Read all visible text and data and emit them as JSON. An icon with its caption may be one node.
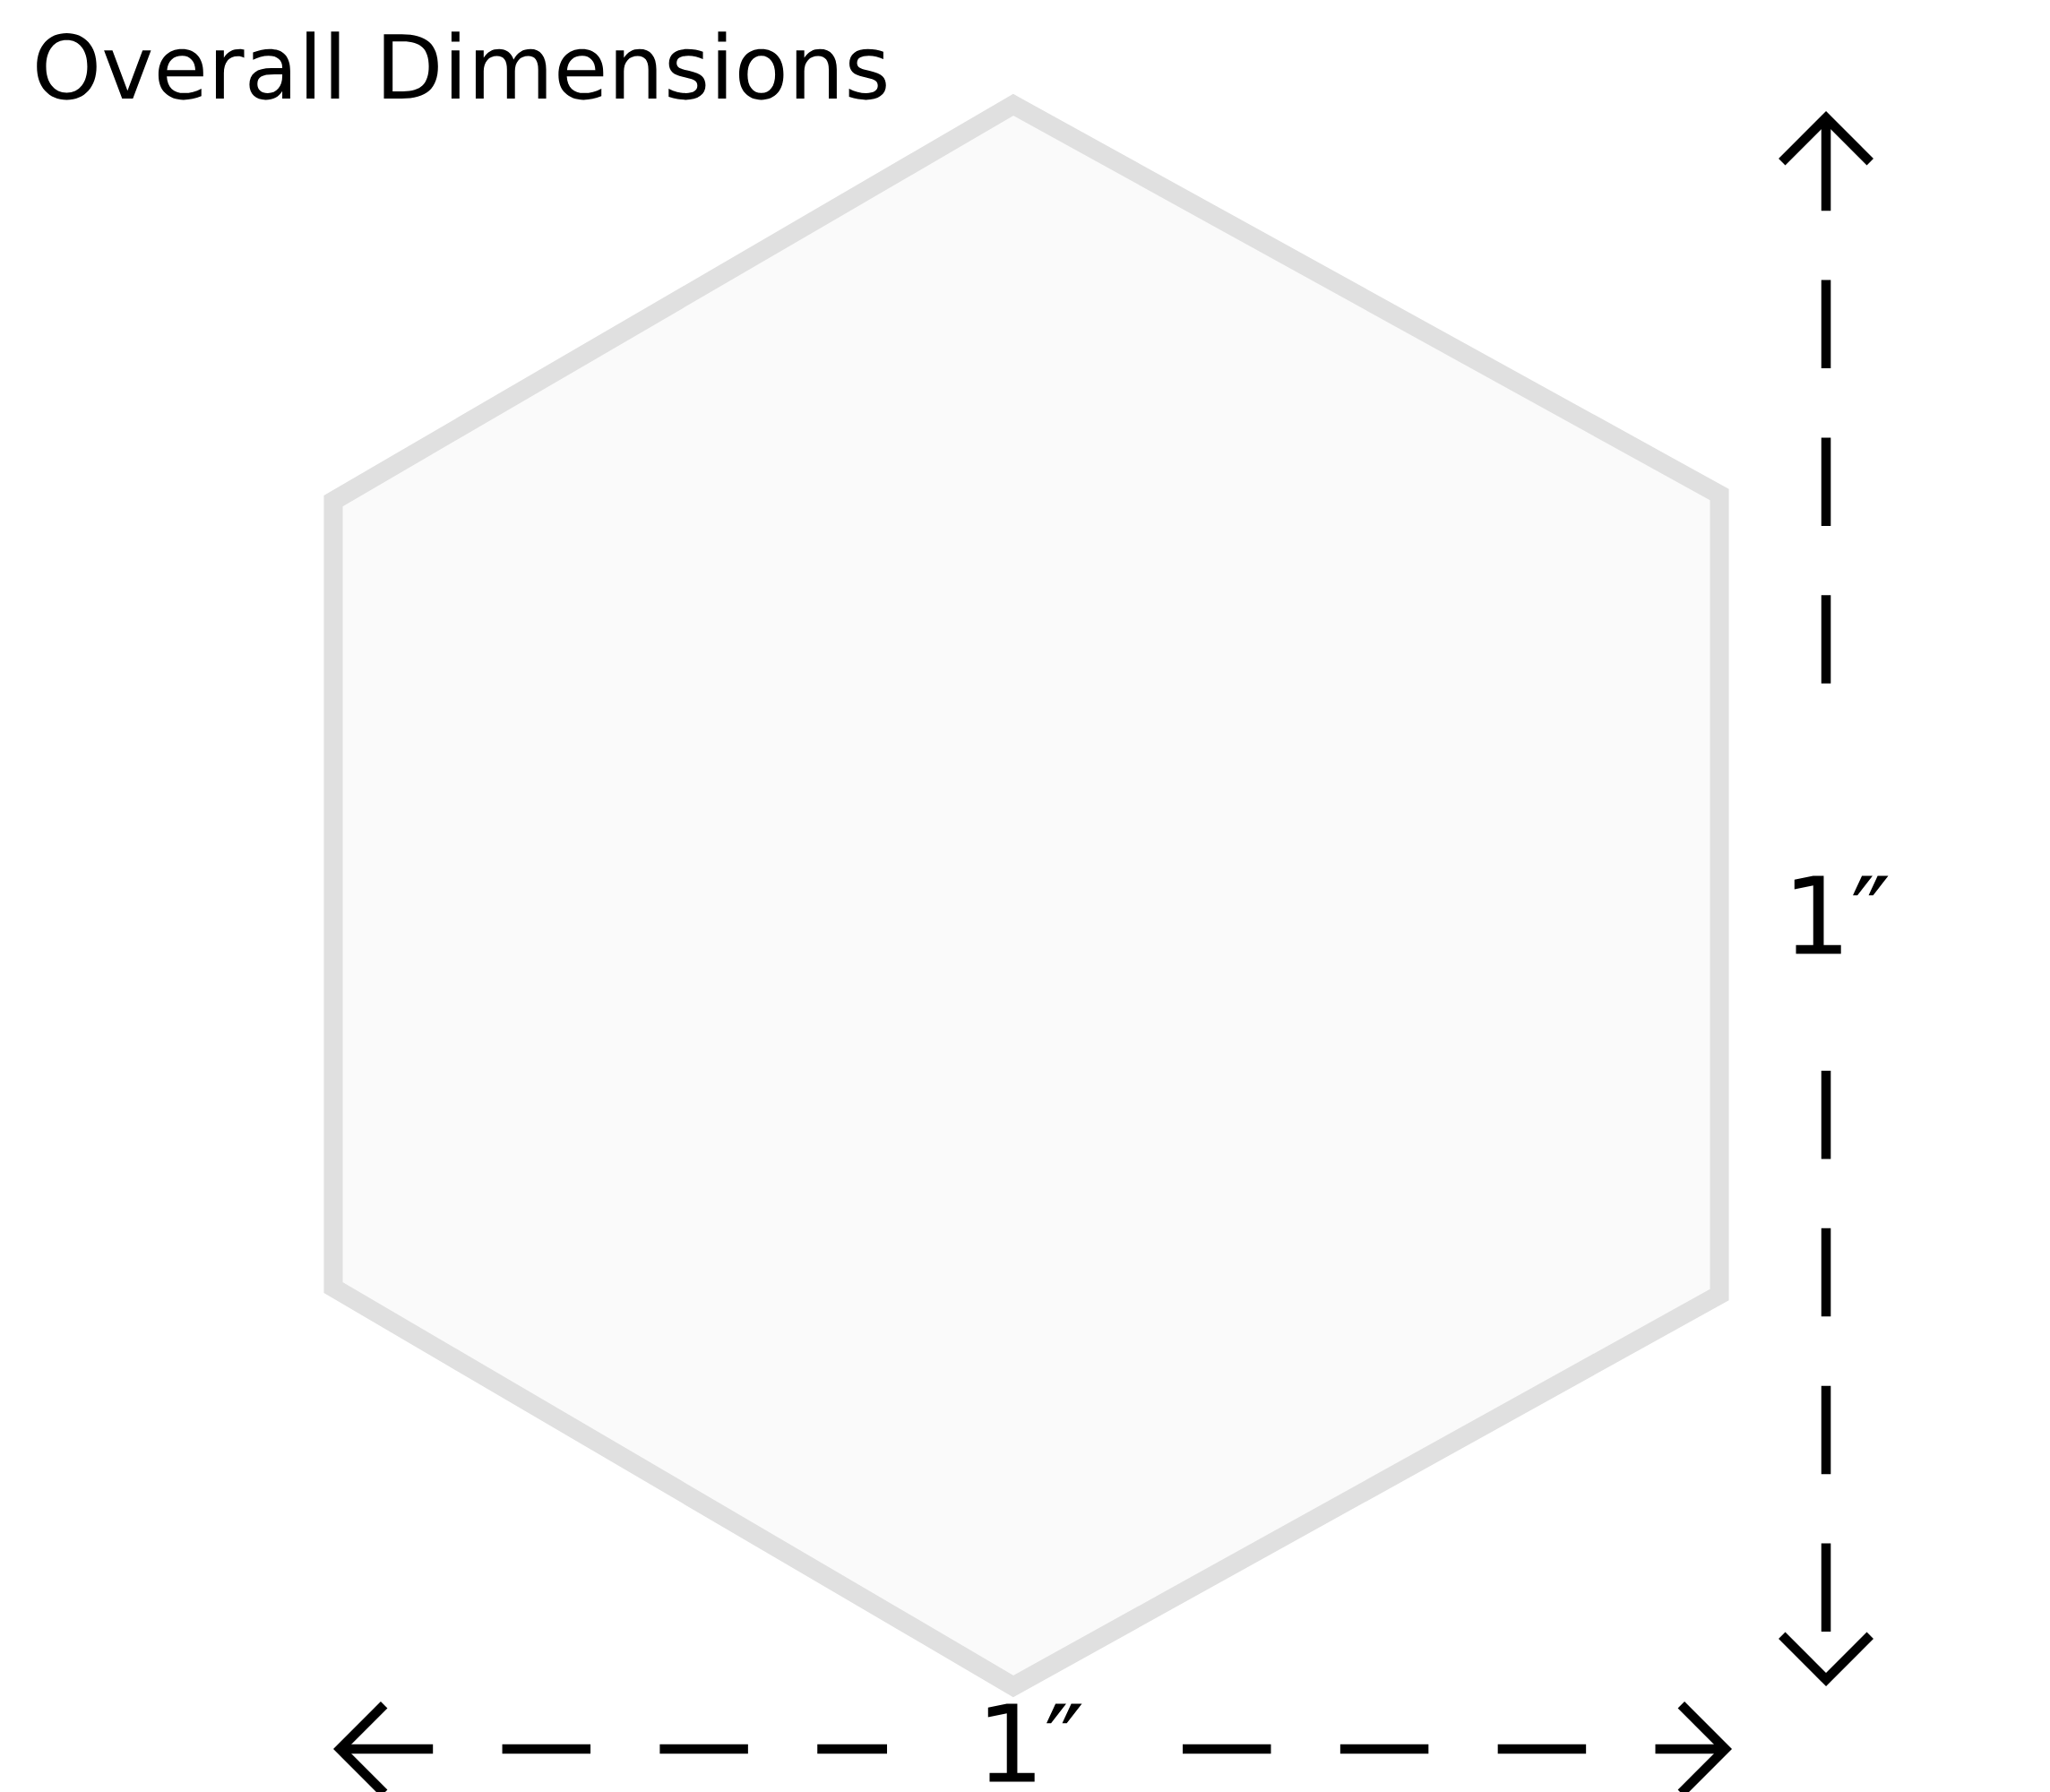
{
  "diagram": {
    "title": "Overall Dimensions",
    "labels": [
      "1″",
      "1″"
    ]
  }
}
